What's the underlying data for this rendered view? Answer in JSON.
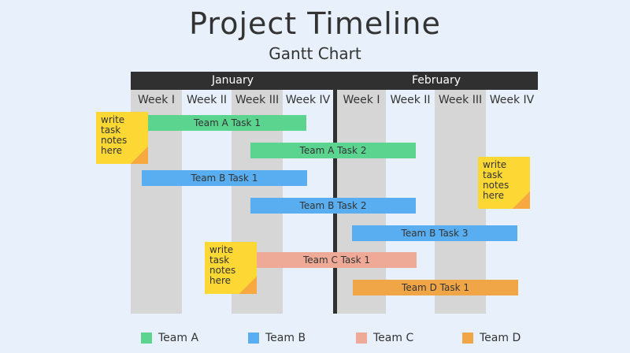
{
  "title": "Project Timeline",
  "subtitle": "Gantt Chart",
  "months": [
    "January",
    "February"
  ],
  "weeks": [
    "Week I",
    "Week II",
    "Week III",
    "Week IV",
    "Week I",
    "Week II",
    "Week III",
    "Week IV"
  ],
  "tasks": [
    {
      "label": "Team A Task 1",
      "team": "A",
      "start_week": 1.3,
      "end_week": 4.4
    },
    {
      "label": "Team A Task 2",
      "team": "A",
      "start_week": 3.4,
      "end_week": 6.6
    },
    {
      "label": "Team B Task 1",
      "team": "B",
      "start_week": 1.2,
      "end_week": 4.4
    },
    {
      "label": "Team B Task 2",
      "team": "B",
      "start_week": 3.4,
      "end_week": 6.6
    },
    {
      "label": "Team B Task 3",
      "team": "B",
      "start_week": 5.3,
      "end_week": 8.6
    },
    {
      "label": "Team C Task 1",
      "team": "C",
      "start_week": 3.5,
      "end_week": 6.6
    },
    {
      "label": "Team D Task 1",
      "team": "D",
      "start_week": 5.3,
      "end_week": 8.6
    }
  ],
  "notes": [
    "write task notes here",
    "write task notes here",
    "write task notes here"
  ],
  "legend": [
    {
      "label": "Team A",
      "color": "#5bd490"
    },
    {
      "label": "Team B",
      "color": "#58aef0"
    },
    {
      "label": "Team C",
      "color": "#eeaa96"
    },
    {
      "label": "Team D",
      "color": "#f0a646"
    }
  ]
}
